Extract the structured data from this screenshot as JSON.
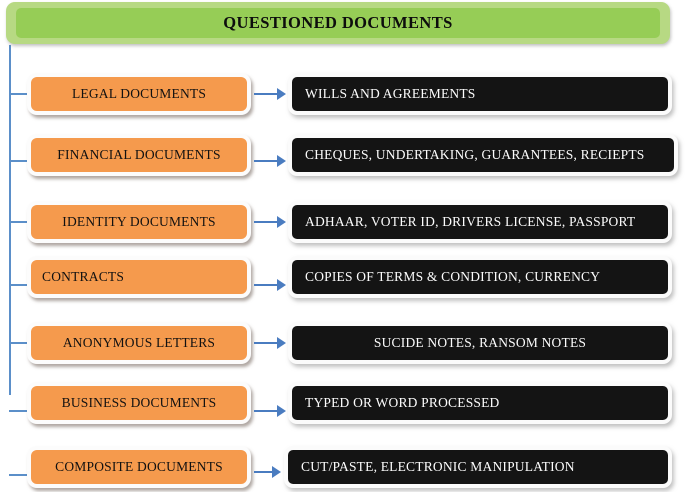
{
  "diagram": {
    "title": "QUESTIONED DOCUMENTS",
    "colors": {
      "title_fill": "#96cd56",
      "title_frame": "#b7d983",
      "category_fill": "#f59a4d",
      "detail_fill": "#141414",
      "detail_text": "#fdfdfd",
      "connector": "#5b8fc9",
      "arrow": "#4a7cc0",
      "background": "#ffffff"
    },
    "rows": [
      {
        "category": "LEGAL DOCUMENTS",
        "category_align": "center",
        "detail": "WILLS AND AGREEMENTS",
        "detail_align": "left"
      },
      {
        "category": "FINANCIAL DOCUMENTS",
        "category_align": "center",
        "detail": "CHEQUES, UNDERTAKING, GUARANTEES, RECIEPTS",
        "detail_align": "left"
      },
      {
        "category": "IDENTITY DOCUMENTS",
        "category_align": "center",
        "detail": "ADHAAR, VOTER ID, DRIVERS LICENSE, PASSPORT",
        "detail_align": "left"
      },
      {
        "category": "CONTRACTS",
        "category_align": "left",
        "detail": "COPIES OF TERMS & CONDITION, CURRENCY",
        "detail_align": "left"
      },
      {
        "category": "ANONYMOUS LETTERS",
        "category_align": "center",
        "detail": "SUCIDE NOTES, RANSOM NOTES",
        "detail_align": "center"
      },
      {
        "category": "BUSINESS DOCUMENTS",
        "category_align": "center",
        "detail": "TYPED OR WORD PROCESSED",
        "detail_align": "left"
      },
      {
        "category": "COMPOSITE DOCUMENTS",
        "category_align": "center",
        "detail": "CUT/PASTE, ELECTRONIC MANIPULATION",
        "detail_align": "left"
      }
    ]
  }
}
